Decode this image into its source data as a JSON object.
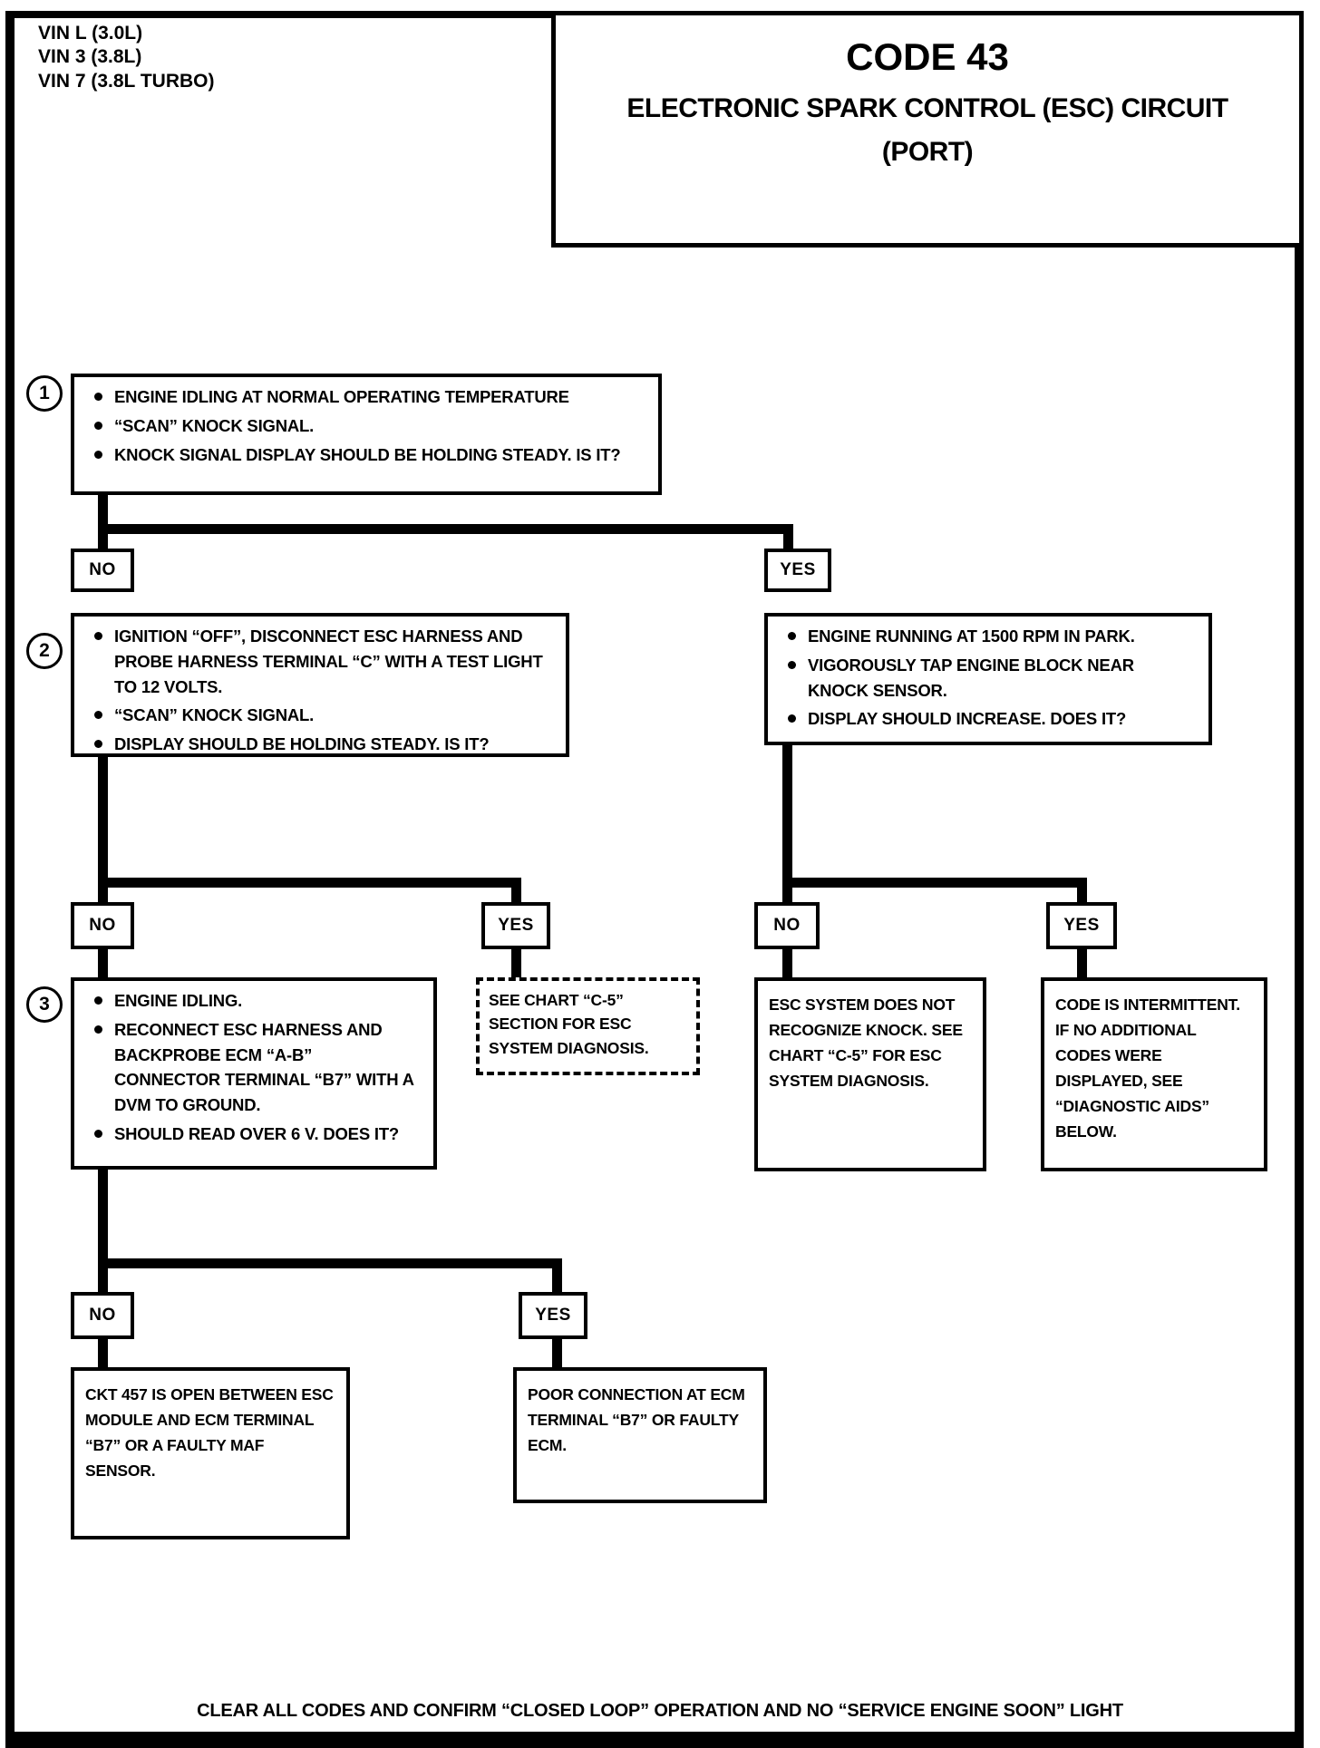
{
  "page": {
    "vin_lines": [
      "VIN L (3.0L)",
      "VIN 3 (3.8L)",
      "VIN 7 (3.8L TURBO)"
    ],
    "title": {
      "code": "CODE 43",
      "line1": "ELECTRONIC SPARK CONTROL (ESC) CIRCUIT",
      "line2": "(PORT)"
    },
    "footer": "CLEAR ALL CODES AND CONFIRM “CLOSED LOOP” OPERATION AND NO “SERVICE ENGINE SOON” LIGHT",
    "colors": {
      "ink": "#000000",
      "paper": "#ffffff"
    }
  },
  "labels": {
    "no": "NO",
    "yes": "YES"
  },
  "step_numbers": {
    "s1": "1",
    "s2": "2",
    "s3": "3"
  },
  "nodes": {
    "step1": {
      "bullets": [
        "ENGINE IDLING AT NORMAL OPERATING TEMPERATURE",
        "“SCAN” KNOCK SIGNAL.",
        "KNOCK SIGNAL DISPLAY SHOULD BE HOLDING STEADY.  IS IT?"
      ]
    },
    "step2": {
      "bullets": [
        "IGNITION “OFF”, DISCONNECT ESC HARNESS AND PROBE HARNESS TERMINAL “C” WITH A TEST LIGHT TO 12 VOLTS.",
        "“SCAN” KNOCK SIGNAL.",
        "DISPLAY SHOULD BE HOLDING STEADY.  IS IT?"
      ]
    },
    "step2_yes": {
      "bullets": [
        "ENGINE RUNNING AT 1500 RPM IN PARK.",
        "VIGOROUSLY TAP ENGINE BLOCK NEAR KNOCK SENSOR.",
        "DISPLAY SHOULD INCREASE.  DOES IT?"
      ]
    },
    "step3": {
      "bullets": [
        "ENGINE IDLING.",
        "RECONNECT ESC HARNESS AND BACKPROBE ECM “A-B” CONNECTOR TERMINAL “B7” WITH A DVM TO GROUND.",
        "SHOULD READ OVER 6 V. DOES IT?"
      ]
    },
    "chart_c5": {
      "text": "SEE CHART “C-5” SECTION FOR ESC SYSTEM DIAGNOSIS."
    },
    "esc_no_knock": {
      "text": "ESC SYSTEM DOES NOT RECOGNIZE KNOCK.  SEE CHART “C-5”  FOR ESC SYSTEM DIAGNOSIS."
    },
    "intermittent": {
      "text": "CODE IS INTERMITTENT.  IF NO ADDITIONAL CODES WERE DISPLAYED, SEE  “DIAGNOSTIC AIDS”  BELOW."
    },
    "ckt_open": {
      "text": "CKT 457 IS OPEN BETWEEN ESC MODULE AND ECM TERMINAL “B7” OR A FAULTY MAF SENSOR."
    },
    "poor_conn": {
      "text": "POOR CONNECTION AT ECM TERMINAL “B7” OR FAULTY ECM."
    }
  }
}
